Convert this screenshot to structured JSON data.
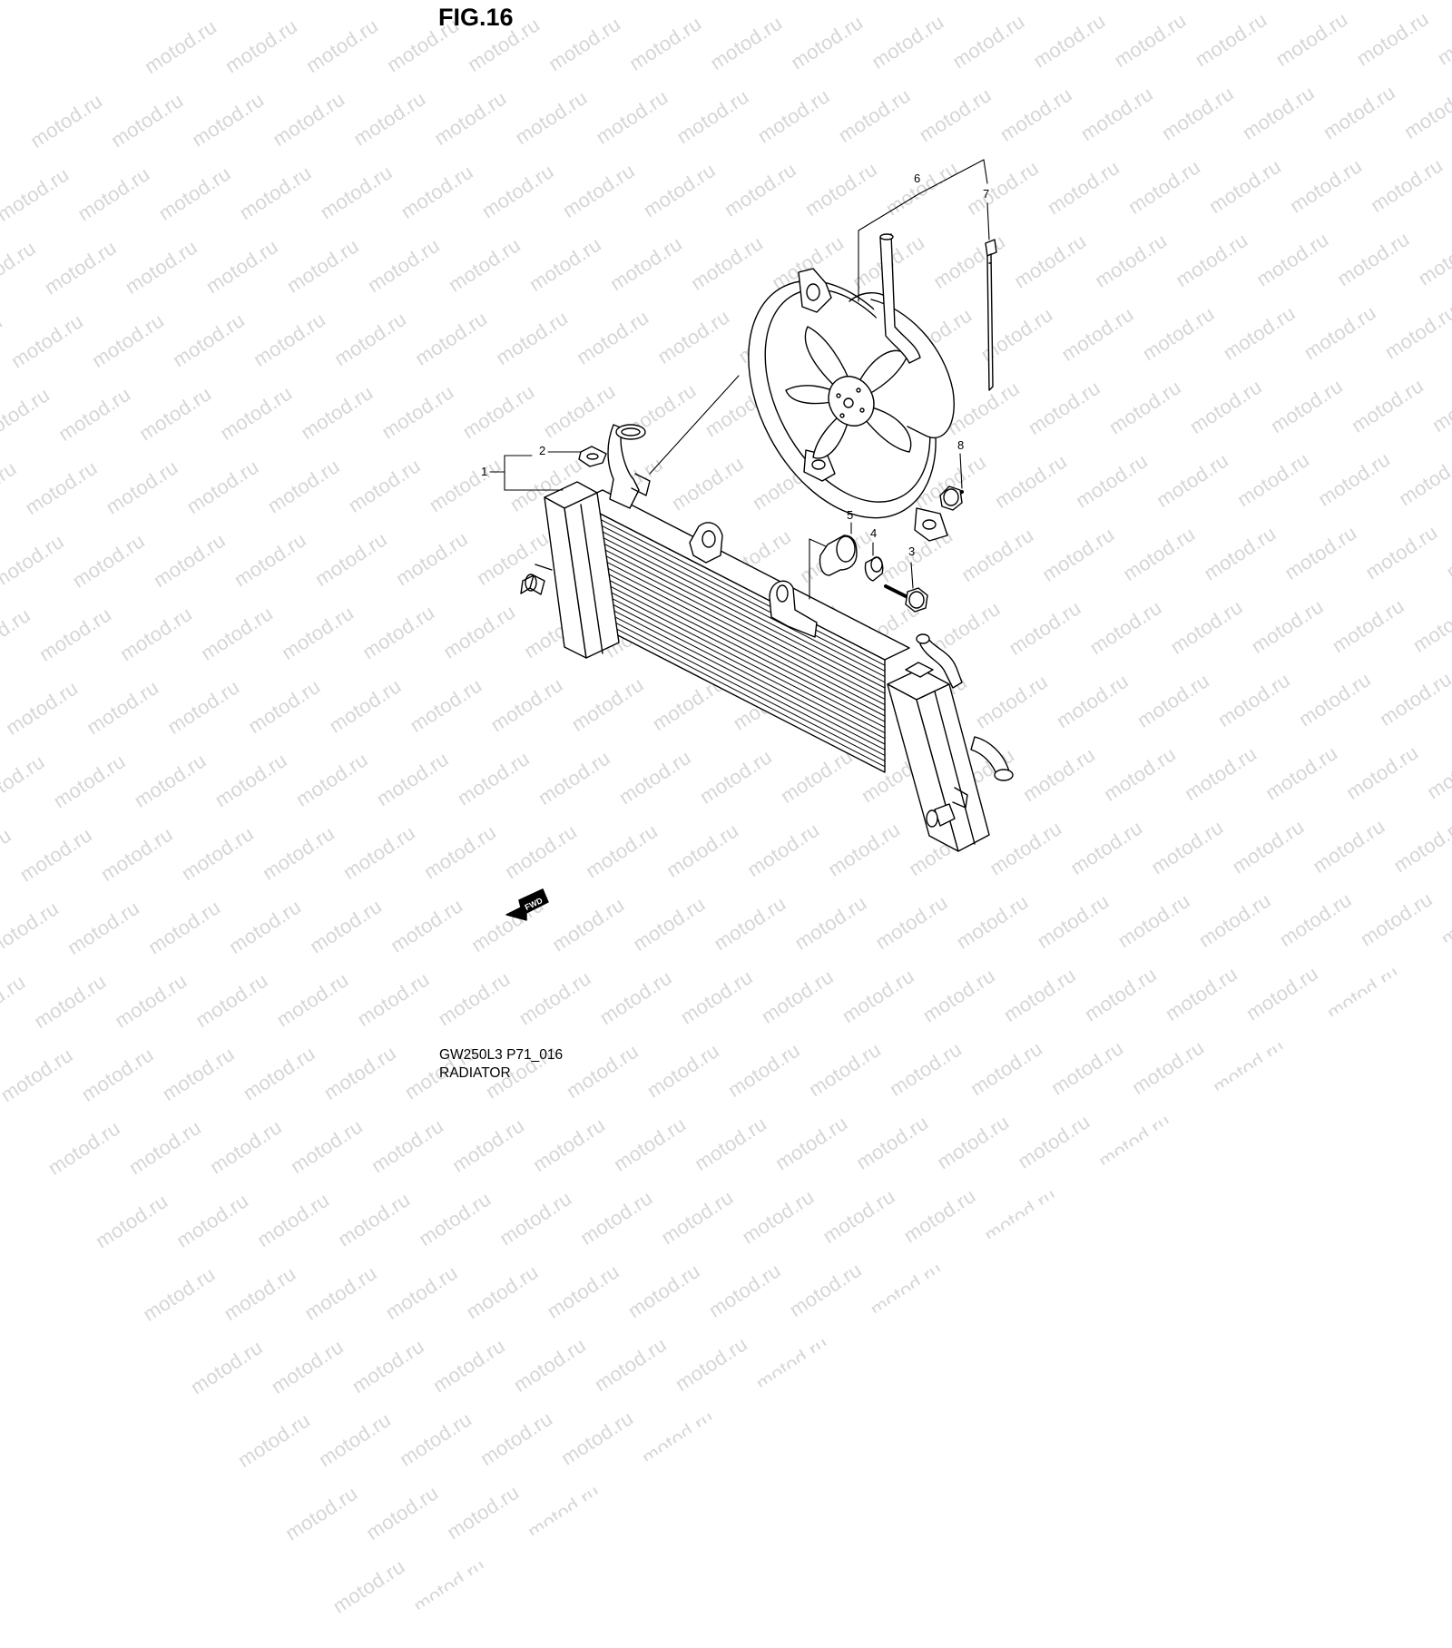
{
  "figure": {
    "title": "FIG.16"
  },
  "watermark": {
    "text": "motod.ru"
  },
  "callouts": [
    "1",
    "2",
    "3",
    "4",
    "5",
    "6",
    "7",
    "8"
  ],
  "fwd_arrow": {
    "label": "FWD"
  },
  "caption": {
    "model_code": "GW250L3 P71_016",
    "section": "RADIATOR"
  }
}
